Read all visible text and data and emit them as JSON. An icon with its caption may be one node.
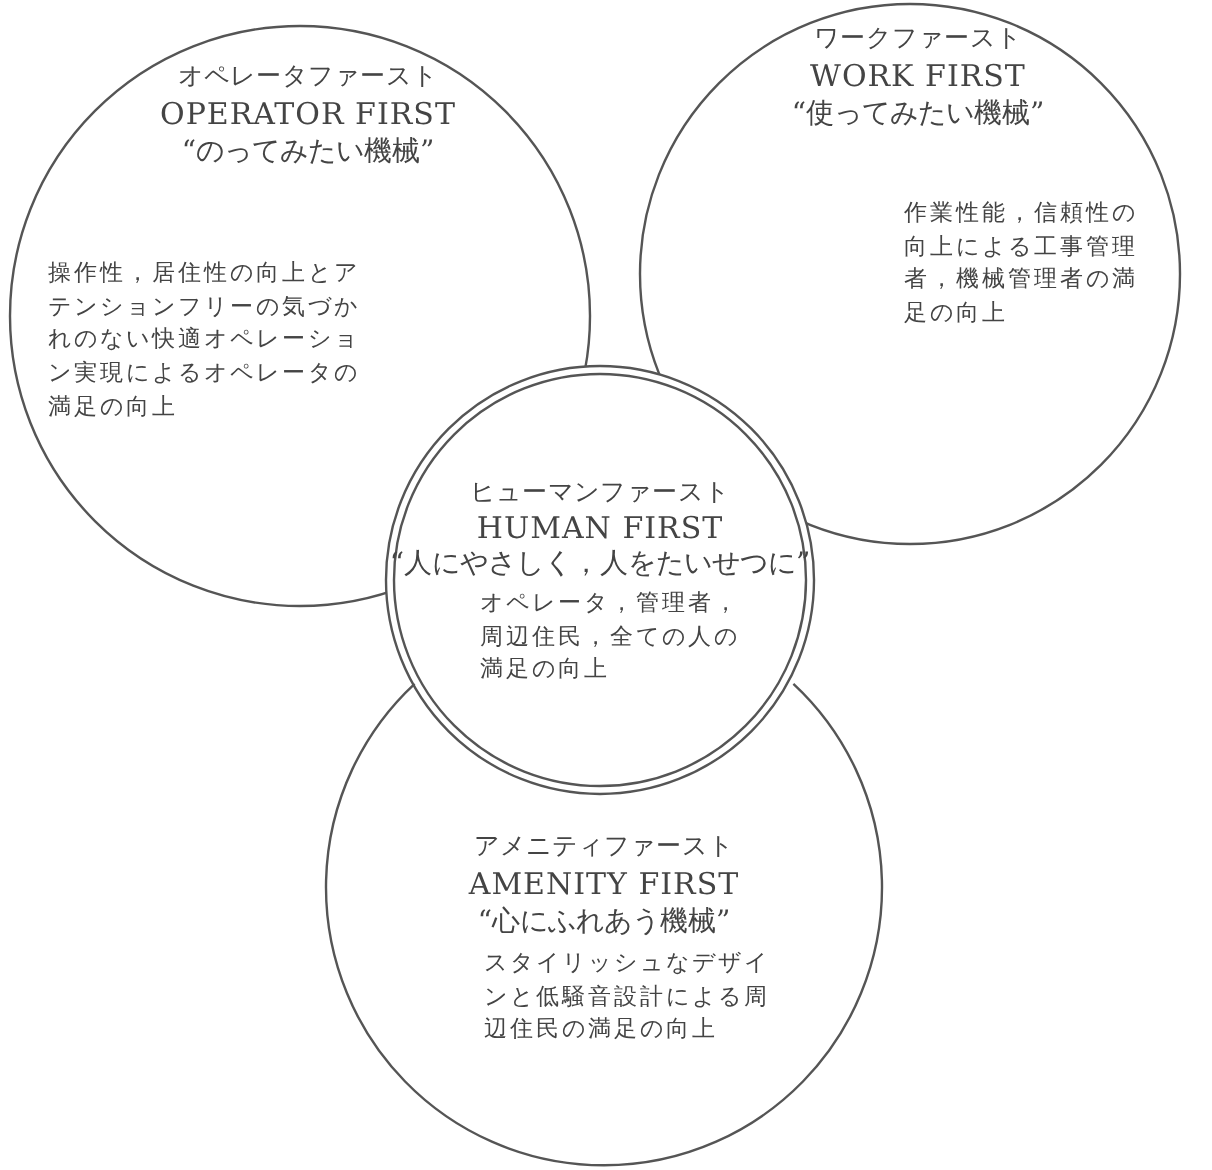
{
  "diagram": {
    "nodes": [
      {
        "text": [
          "オペレータファースト",
          "OPERATOR FIRST",
          "“のってみたい機械”",
          "操作性，居住性の向上とアテンションフリーの気づかれのない快適オペレーション実現によるオペレータの満足の向上"
        ]
      },
      {
        "text": [
          "ワークファースト",
          "WORK FIRST",
          "“使ってみたい機械”",
          "作業性能，信頼性の向上による工事管理者，機械管理者の満足の向上"
        ]
      },
      {
        "text": [
          "ヒューマンファースト",
          "HUMAN FIRST",
          "“人にやさしく，人をたいせつに”",
          "オペレータ，管理者，周辺住民，全ての人の満足の向上"
        ]
      },
      {
        "text": [
          "アメニティファースト",
          "AMENITY FIRST",
          "“心にふれあう機械”",
          "スタイリッシュなデザインと低騒音設計による周辺住民の満足の向上"
        ]
      }
    ]
  }
}
